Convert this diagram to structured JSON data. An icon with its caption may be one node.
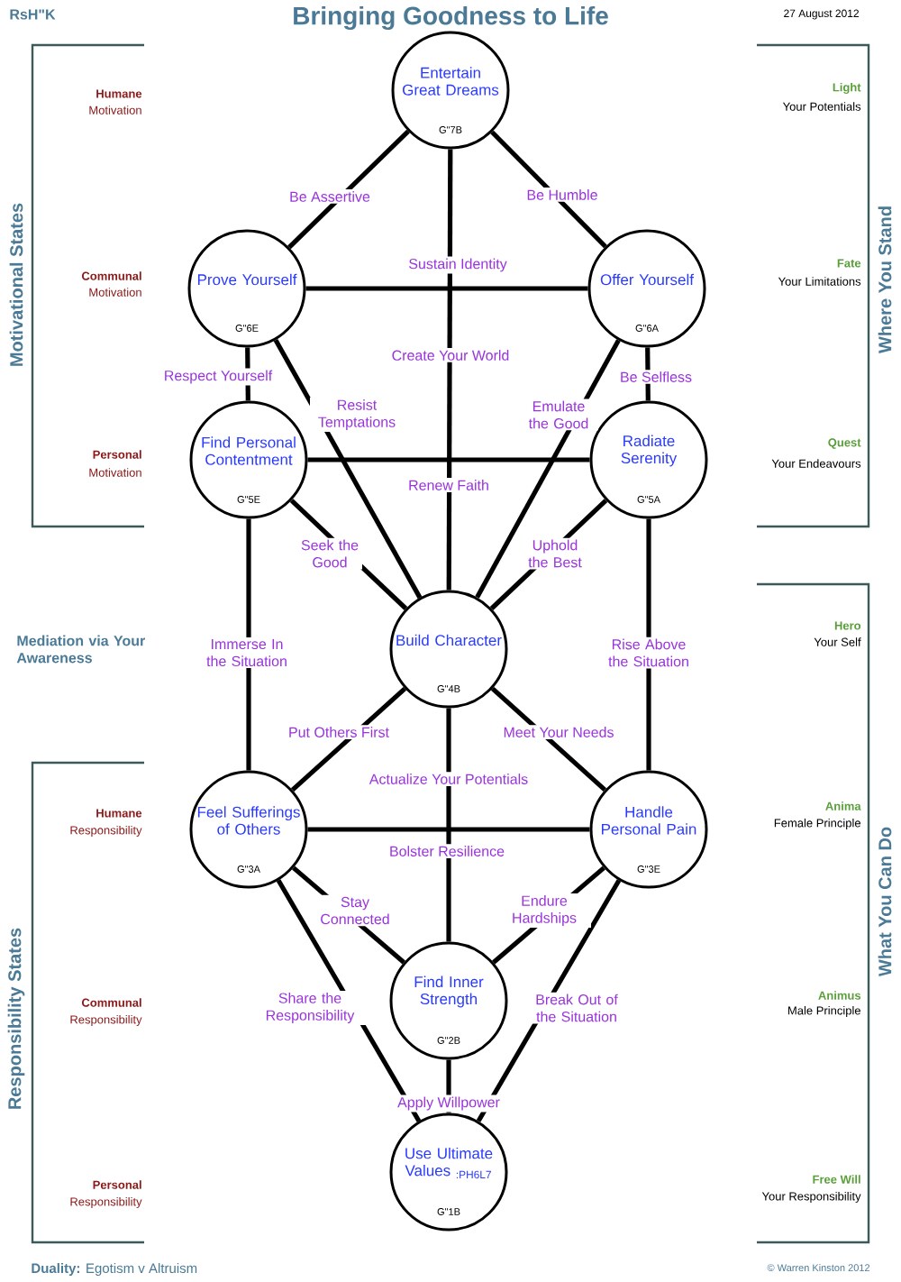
{
  "diagram": {
    "title": "Bringing Goodness to Life",
    "nodes": [
      {
        "text": [
          "Entertain Great Dreams",
          "G\"7B"
        ]
      },
      {
        "text": [
          "Prove Yourself",
          "G\"6E"
        ]
      },
      {
        "text": [
          "Offer Yourself",
          "G\"6A"
        ]
      },
      {
        "text": [
          "Find Personal Contentment",
          "G\"5E"
        ]
      },
      {
        "text": [
          "Radiate Serenity",
          "G\"5A"
        ]
      },
      {
        "text": [
          "Build Character",
          "G\"4B"
        ]
      },
      {
        "text": [
          "Feel Sufferings of Others",
          "G\"3A"
        ]
      },
      {
        "text": [
          "Handle Personal Pain",
          "G\"3E"
        ]
      },
      {
        "text": [
          "Find Inner Strength",
          "G\"2B"
        ]
      },
      {
        "text": [
          "Use Ultimate Values $_{:PH6L7}$",
          "G\"1B"
        ]
      }
    ],
    "edges": [
      {
        "from": 0,
        "to": 1,
        "arrow": "none",
        "label": "Be Assertive"
      },
      {
        "from": 0,
        "to": 2,
        "arrow": "none",
        "label": "Be Humble"
      },
      {
        "from": 0,
        "to": 5,
        "arrow": "none",
        "label": "Create Your World"
      },
      {
        "from": 1,
        "to": 2,
        "arrow": "none",
        "label": "Sustain Identity"
      },
      {
        "from": 1,
        "to": 3,
        "arrow": "none",
        "label": "Respect Yourself"
      },
      {
        "from": 1,
        "to": 5,
        "arrow": "none",
        "label": "Resist Temptations"
      },
      {
        "from": 2,
        "to": 4,
        "arrow": "none",
        "label": "Be Selfless"
      },
      {
        "from": 2,
        "to": 5,
        "arrow": "none",
        "label": "Emulate the Good"
      },
      {
        "from": 3,
        "to": 4,
        "arrow": "none",
        "label": "Renew Faith"
      },
      {
        "from": 3,
        "to": 5,
        "arrow": "none",
        "label": "Seek the Good"
      },
      {
        "from": 4,
        "to": 5,
        "arrow": "none",
        "label": "Uphold the Best"
      },
      {
        "from": 3,
        "to": 6,
        "arrow": "none",
        "label": "Immerse In the Situation"
      },
      {
        "from": 4,
        "to": 7,
        "arrow": "none",
        "label": "Rise Above the Situation"
      },
      {
        "from": 5,
        "to": 6,
        "arrow": "none",
        "label": "Put Others First"
      },
      {
        "from": 5,
        "to": 7,
        "arrow": "none",
        "label": "Meet Your Needs"
      },
      {
        "from": 5,
        "to": 8,
        "arrow": "none",
        "label": "Actualize Your Potentials"
      },
      {
        "from": 6,
        "to": 7,
        "arrow": "none",
        "label": "Bolster Resilience"
      },
      {
        "from": 6,
        "to": 8,
        "arrow": "none",
        "label": "Stay Connected"
      },
      {
        "from": 7,
        "to": 8,
        "arrow": "none",
        "label": "Endure Hardships"
      },
      {
        "from": 6,
        "to": 9,
        "arrow": "none",
        "label": "Share the Responsibility"
      },
      {
        "from": 7,
        "to": 9,
        "arrow": "none",
        "label": "Break Out of the Situation"
      },
      {
        "from": 8,
        "to": 9,
        "arrow": "none",
        "label": "Apply Willpower"
      }
    ],
    "labels": [
      "RsH\"K",
      "27 August 2012",
      "Motivational States",
      "Where You Stand",
      "Humane",
      "Motivation",
      "Light",
      "Your Potentials",
      "Communal",
      "Motivation",
      "Fate",
      "Your Limitations",
      "Personal",
      "Motivation",
      "Quest",
      "Your Endeavours",
      "Hero",
      "Your Self",
      "Mediation via Your Awareness",
      "What You Can Do",
      "Humane",
      "Responsibility",
      "Anima",
      "Female Principle",
      "Responsibility States",
      "Communal",
      "Responsibility",
      "Animus",
      "Male Principle",
      "Personal",
      "Responsibility",
      "Free Will",
      "Your Responsibility",
      "**Duality:** Egotism v Altruism",
      "© Warren Kinston 2012"
    ]
  }
}
